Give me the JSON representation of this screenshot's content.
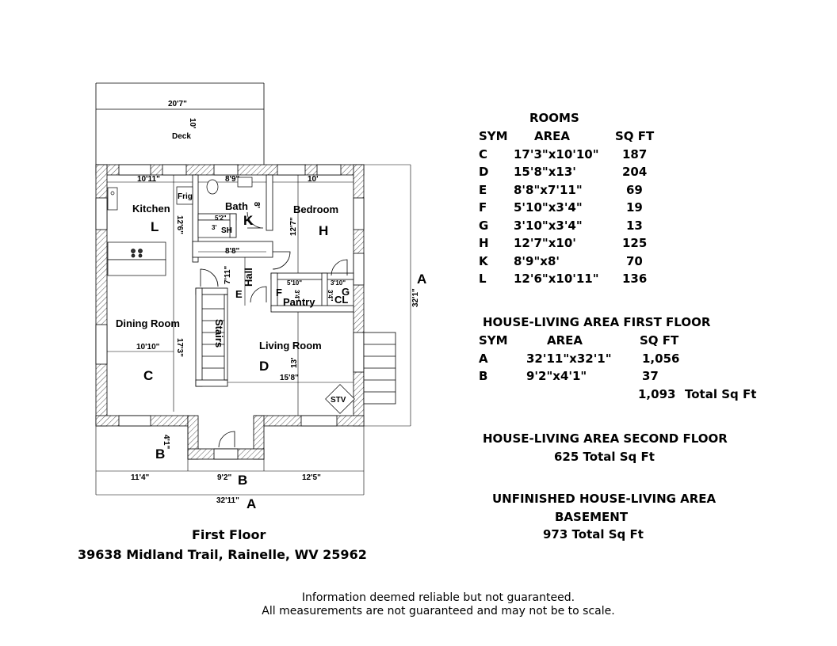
{
  "plan": {
    "rooms": {
      "kitchen": {
        "name": "Kitchen",
        "sym": "L",
        "dim": "12'6\""
      },
      "bath": {
        "name": "Bath",
        "sym": "K",
        "dim": "8'"
      },
      "bedroom": {
        "name": "Bedroom",
        "sym": "H",
        "dim": "12'7\""
      },
      "hall": {
        "name": "Hall",
        "sym": "E",
        "dim": "7'11\""
      },
      "dining": {
        "name": "Dining Room",
        "sym": "C",
        "dim_w": "10'10\"",
        "dim_h": "17'3\""
      },
      "living": {
        "name": "Living Room",
        "sym": "D",
        "dim_w": "15'8\"",
        "dim_h": "13'"
      },
      "pantry": {
        "name": "Pantry",
        "sym": "F",
        "dim_w": "5'10\"",
        "dim_h": "3'4\""
      },
      "closet": {
        "name": "CL",
        "sym": "G",
        "dim_w": "3'10\"",
        "dim_h": "3'4\""
      },
      "shower": {
        "name": "SH",
        "dim_w": "5'2\"",
        "dim_h": "3'"
      },
      "stairs": {
        "name": "Stairs"
      }
    },
    "labels": {
      "deck": "Deck",
      "deck_w": "20'7\"",
      "deck_h": "10'",
      "frig": "Frig",
      "stv": "STV",
      "kitchen_w": "10'11\"",
      "bath_w": "8'9\"",
      "bedroom_w": "10'",
      "hall_w": "8'8\"",
      "side_a": "32'1\"",
      "a_right": "A",
      "b_left": "B",
      "b_h": "4'1\"",
      "bottom_left": "11'4\"",
      "bottom_mid": "9'2\"",
      "bottom_b": "B",
      "bottom_right": "12'5\"",
      "total_w": "32'11\"",
      "total_a": "A"
    }
  },
  "rooms_table": {
    "title": "ROOMS",
    "headers": [
      "SYM",
      "AREA",
      "SQ FT"
    ],
    "rows": [
      [
        "C",
        "17'3\"x10'10\"",
        "187"
      ],
      [
        "D",
        "15'8\"x13'",
        "204"
      ],
      [
        "E",
        "8'8\"x7'11\"",
        "69"
      ],
      [
        "F",
        "5'10\"x3'4\"",
        "19"
      ],
      [
        "G",
        "3'10\"x3'4\"",
        "13"
      ],
      [
        "H",
        "12'7\"x10'",
        "125"
      ],
      [
        "K",
        "8'9\"x8'",
        "70"
      ],
      [
        "L",
        "12'6\"x10'11\"",
        "136"
      ]
    ]
  },
  "first_floor": {
    "title": "HOUSE-LIVING AREA FIRST FLOOR",
    "headers": [
      "SYM",
      "AREA",
      "SQ FT"
    ],
    "rows": [
      [
        "A",
        "32'11\"x32'1\"",
        "1,056"
      ],
      [
        "B",
        "9'2\"x4'1\"",
        "37"
      ]
    ],
    "total_value": "1,093",
    "total_label": "Total Sq Ft"
  },
  "second_floor": {
    "title": "HOUSE-LIVING AREA SECOND FLOOR",
    "total": "625 Total Sq Ft"
  },
  "basement": {
    "title_1": "UNFINISHED HOUSE-LIVING AREA",
    "title_2": "BASEMENT",
    "total": "973 Total Sq Ft"
  },
  "caption": {
    "floor": "First Floor",
    "address": "39638 Midland Trail, Rainelle, WV 25962"
  },
  "disclaimer": {
    "line1": "Information deemed reliable but not guaranteed.",
    "line2": "All measurements are not guaranteed and may not be to scale."
  }
}
